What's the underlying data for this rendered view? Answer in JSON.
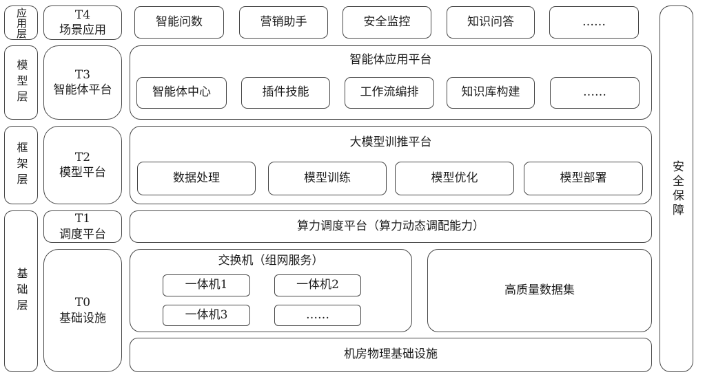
{
  "colors": {
    "border": "#454545",
    "background": "#ffffff",
    "text": "#1c1c1c"
  },
  "layers": {
    "application": {
      "label": "应用层"
    },
    "model": {
      "label": "模型层"
    },
    "framework": {
      "label": "框架层"
    },
    "infrastructure": {
      "label": "基础层"
    }
  },
  "tiers": {
    "t4": {
      "code": "T4",
      "name": "场景应用"
    },
    "t3": {
      "code": "T3",
      "name": "智能体平台"
    },
    "t2": {
      "code": "T2",
      "name": "模型平台"
    },
    "t1": {
      "code": "T1",
      "name": "调度平台"
    },
    "t0": {
      "code": "T0",
      "name": "基础设施"
    }
  },
  "application_row": {
    "items": [
      "智能问数",
      "营销助手",
      "安全监控",
      "知识问答",
      "……"
    ]
  },
  "agent_platform": {
    "title": "智能体应用平台",
    "items": [
      "智能体中心",
      "插件技能",
      "工作流编排",
      "知识库构建",
      "……"
    ]
  },
  "model_platform": {
    "title": "大模型训推平台",
    "items": [
      "数据处理",
      "模型训练",
      "模型优化",
      "模型部署"
    ]
  },
  "scheduling_platform": {
    "title": "算力调度平台（算力动态调配能力）"
  },
  "switch_cluster": {
    "title": "交换机（组网服务）",
    "items": [
      "一体机1",
      "一体机2",
      "一体机3",
      "……"
    ]
  },
  "dataset": {
    "title": "高质量数据集"
  },
  "datacenter": {
    "title": "机房物理基础设施"
  },
  "security": {
    "label": "安全保障"
  }
}
